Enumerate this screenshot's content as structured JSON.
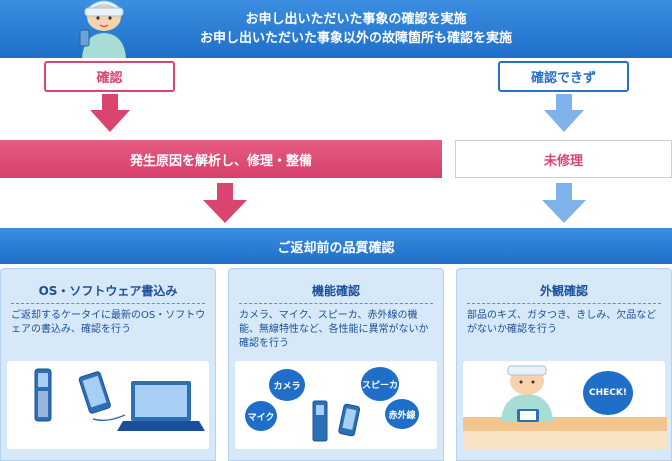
{
  "top": {
    "line1": "お申し出いただいた事象の確認を実施",
    "line2": "お申し出いただいた事象以外の故障箇所も確認を実施"
  },
  "left_branch": {
    "label": "確認",
    "action": "発生原因を解析し、修理・整備"
  },
  "right_branch": {
    "label": "確認できず",
    "action": "未修理"
  },
  "quality": {
    "title": "ご返却前の品質確認"
  },
  "panels": [
    {
      "title": "OS・ソフトウェア書込み",
      "desc": "ご返却するケータイに最新のOS・ソフトウェアの書込み、確認を行う"
    },
    {
      "title": "機能確認",
      "desc": "カメラ、マイク、スピーカ、赤外線の機能、無線特性など、各性能に異常がないか確認を行う",
      "bubbles": [
        "カメラ",
        "スピーカ",
        "マイク",
        "赤外線"
      ]
    },
    {
      "title": "外観確認",
      "desc": "部品のキズ、ガタつき、きしみ、欠品などがないか確認を行う",
      "check": "CHECK!"
    }
  ],
  "colors": {
    "blue": "#1f6fc9",
    "pink": "#d9456e",
    "light_blue": "#7fb2ea",
    "panel_bg": "#d7e9f8"
  }
}
